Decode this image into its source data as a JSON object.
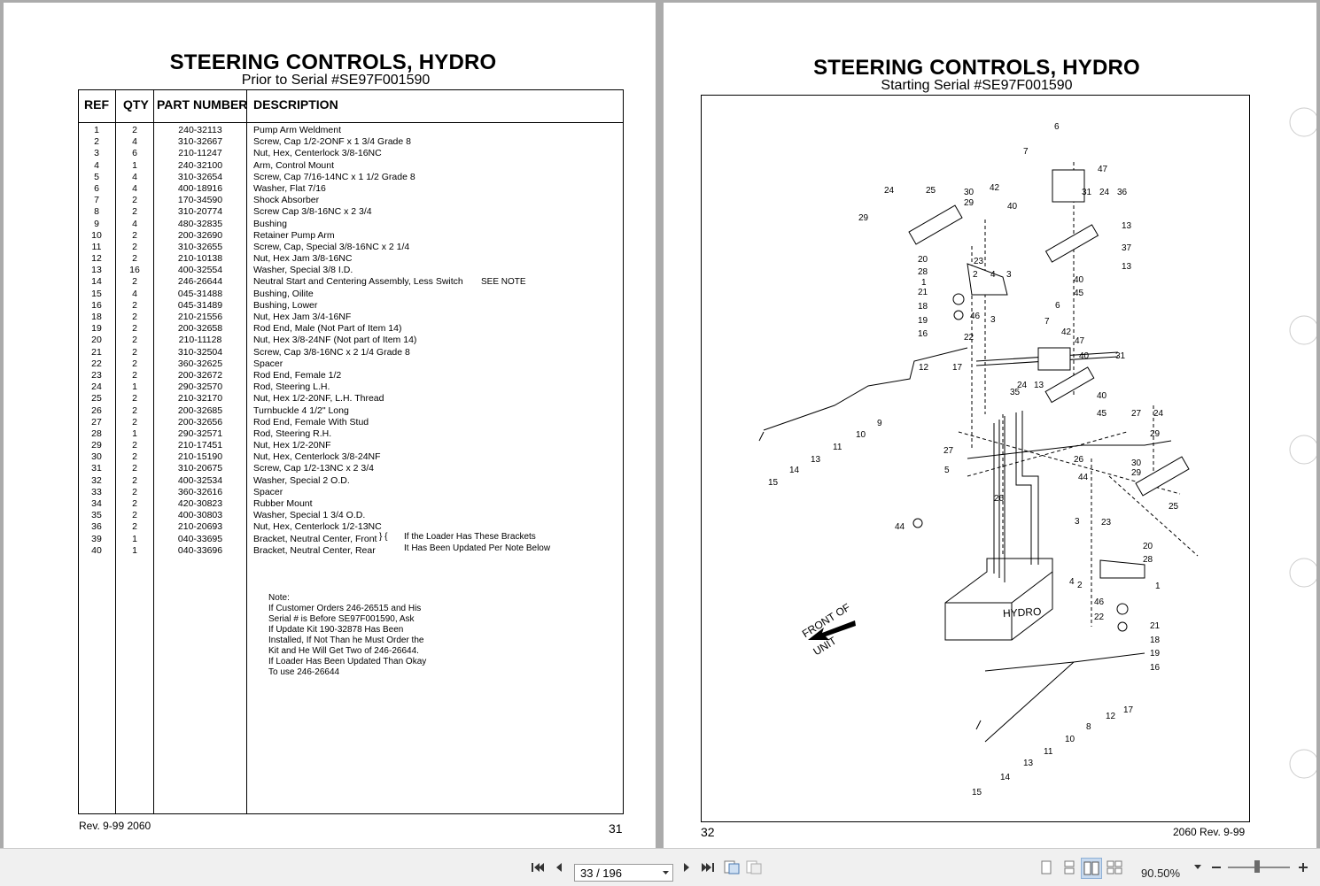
{
  "left_page": {
    "title": "STEERING CONTROLS, HYDRO",
    "subtitle": "Prior to Serial #SE97F001590",
    "headers": {
      "ref": "REF",
      "qty": "QTY",
      "part": "PART NUMBER",
      "desc": "DESCRIPTION"
    },
    "rows": [
      [
        "1",
        "2",
        "240-32113",
        "Pump Arm Weldment"
      ],
      [
        "2",
        "4",
        "310-32667",
        "Screw, Cap 1/2-2ONF x 1 3/4 Grade 8"
      ],
      [
        "3",
        "6",
        "210-11247",
        "Nut, Hex, Centerlock 3/8-16NC"
      ],
      [
        "4",
        "1",
        "240-32100",
        "Arm, Control Mount"
      ],
      [
        "5",
        "4",
        "310-32654",
        "Screw, Cap 7/16-14NC x 1 1/2 Grade 8"
      ],
      [
        "6",
        "4",
        "400-18916",
        "Washer, Flat 7/16"
      ],
      [
        "7",
        "2",
        "170-34590",
        "Shock Absorber"
      ],
      [
        "8",
        "2",
        "310-20774",
        "Screw Cap 3/8-16NC x 2  3/4"
      ],
      [
        "9",
        "4",
        "480-32835",
        "Bushing"
      ],
      [
        "10",
        "2",
        "200-32690",
        "Retainer Pump Arm"
      ],
      [
        "11",
        "2",
        "310-32655",
        "Screw, Cap, Special 3/8-16NC x 2 1/4"
      ],
      [
        "12",
        "2",
        "210-10138",
        "Nut, Hex Jam 3/8-16NC"
      ],
      [
        "13",
        "16",
        "400-32554",
        "Washer, Special 3/8 I.D."
      ],
      [
        "14",
        "2",
        "246-26644",
        "Neutral Start and Centering Assembly, Less Switch"
      ],
      [
        "15",
        "4",
        "045-31488",
        "Bushing, Oilite"
      ],
      [
        "16",
        "2",
        "045-31489",
        "Bushing, Lower"
      ],
      [
        "18",
        "2",
        "210-21556",
        "Nut, Hex Jam 3/4-16NF"
      ],
      [
        "19",
        "2",
        "200-32658",
        "Rod End, Male (Not Part of Item 14)"
      ],
      [
        "20",
        "2",
        "210-11128",
        "Nut, Hex 3/8-24NF (Not part of Item 14)"
      ],
      [
        "21",
        "2",
        "310-32504",
        "Screw, Cap 3/8-16NC x 2 1/4 Grade 8"
      ],
      [
        "22",
        "2",
        "360-32625",
        "Spacer"
      ],
      [
        "23",
        "2",
        "200-32672",
        "Rod End, Female 1/2"
      ],
      [
        "24",
        "1",
        "290-32570",
        "Rod, Steering L.H."
      ],
      [
        "25",
        "2",
        "210-32170",
        "Nut, Hex 1/2-20NF, L.H. Thread"
      ],
      [
        "26",
        "2",
        "200-32685",
        "Turnbuckle 4 1/2\" Long"
      ],
      [
        "27",
        "2",
        "200-32656",
        "Rod End, Female With Stud"
      ],
      [
        "28",
        "1",
        "290-32571",
        "Rod, Steering R.H."
      ],
      [
        "29",
        "2",
        "210-17451",
        "Nut, Hex 1/2-20NF"
      ],
      [
        "30",
        "2",
        "210-15190",
        "Nut, Hex, Centerlock 3/8-24NF"
      ],
      [
        "31",
        "2",
        "310-20675",
        "Screw, Cap 1/2-13NC x 2 3/4"
      ],
      [
        "32",
        "2",
        "400-32534",
        "Washer, Special 2 O.D."
      ],
      [
        "33",
        "2",
        "360-32616",
        "Spacer"
      ],
      [
        "34",
        "2",
        "420-30823",
        "Rubber Mount"
      ],
      [
        "35",
        "2",
        "400-30803",
        "Washer, Special 1 3/4 O.D."
      ],
      [
        "36",
        "2",
        "210-20693",
        "Nut, Hex, Centerlock 1/2-13NC"
      ],
      [
        "39",
        "1",
        "040-33695",
        "Bracket, Neutral Center, Front"
      ],
      [
        "40",
        "1",
        "040-33696",
        "Bracket, Neutral Center, Rear"
      ]
    ],
    "see_note": "SEE NOTE",
    "bracket_note_1": "If the Loader Has These Brackets",
    "bracket_note_2": "It Has Been Updated Per Note Below",
    "note_lines": [
      "Note:",
      "If Customer Orders 246-26515 and His",
      "Serial # is Before SE97F001590, Ask",
      "If Update Kit 190-32878 Has Been",
      "Installed, If Not Than he Must Order the",
      "Kit and He Will Get Two of 246-26644.",
      "If Loader Has Been Updated Than Okay",
      "To use 246-26644"
    ],
    "footer_left": "Rev. 9-99 2060",
    "page_number": "31"
  },
  "right_page": {
    "title": "STEERING CONTROLS, HYDRO",
    "subtitle": "Starting Serial #SE97F001590",
    "hydro_label": "HYDRO",
    "front_label_1": "FRONT OF",
    "front_label_2": "UNIT",
    "page_number": "32",
    "footer_right": "2060 Rev. 9-99"
  },
  "toolbar": {
    "page_indicator": "33 / 196",
    "zoom": "90.50%"
  }
}
